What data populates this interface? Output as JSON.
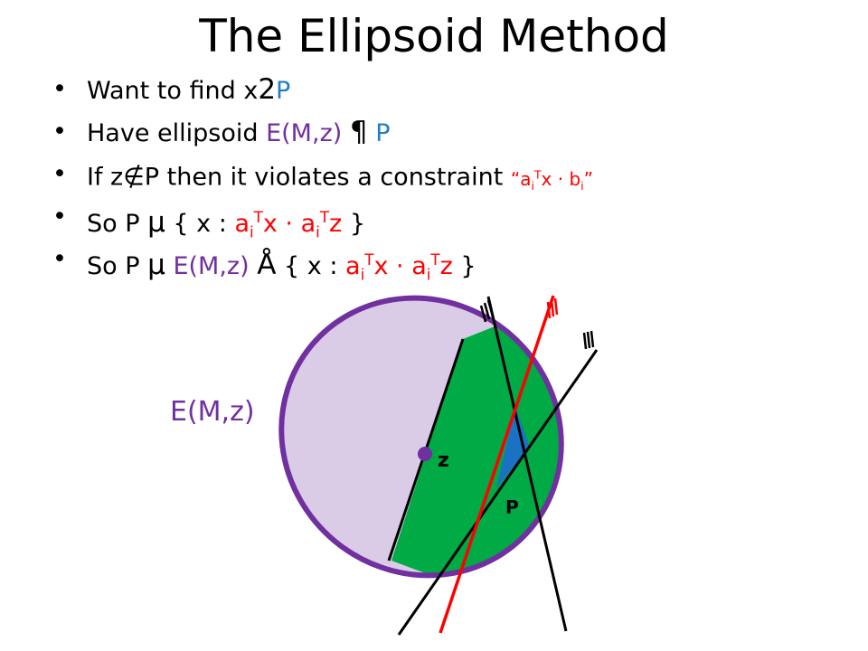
{
  "title": "The Ellipsoid Method",
  "bullets": {
    "b1": {
      "text": "Want to find x",
      "sym": "2",
      "p": "P"
    },
    "b2": {
      "text": "Have ellipsoid ",
      "e": "E(M,z)",
      "sym": "¶",
      "p": "P"
    },
    "b3": {
      "pre": "If z",
      "notin": "∉",
      "mid": "P then it violates a constraint ",
      "q1": "“a",
      "i": "i",
      "T": "T",
      "x": "x · b",
      "q2": "”"
    },
    "b4": {
      "pre": "So P ",
      "mu": "μ",
      "mid": " { x : ",
      "a1": "a",
      "i": "i",
      "T": "T",
      "x": "x · a",
      "z": "z",
      "close": " }"
    },
    "b5": {
      "pre": "So P ",
      "mu": "μ",
      "e": "E(M,z)",
      "cap": "Å",
      "mid": " { x : ",
      "a1": "a",
      "i": "i",
      "T": "T",
      "x": "x · a",
      "z": "z",
      "close": " }"
    }
  },
  "diagram": {
    "ellipse_label": "E(M,z)",
    "center_label": "z",
    "region_label": "P",
    "colors": {
      "ellipse_fill": "#dacbe6",
      "ellipse_stroke": "#7030a0",
      "half_fill": "#00aa44",
      "region_fill": "#1a72c4",
      "line_black": "#000000",
      "line_red": "#ff0000"
    }
  }
}
